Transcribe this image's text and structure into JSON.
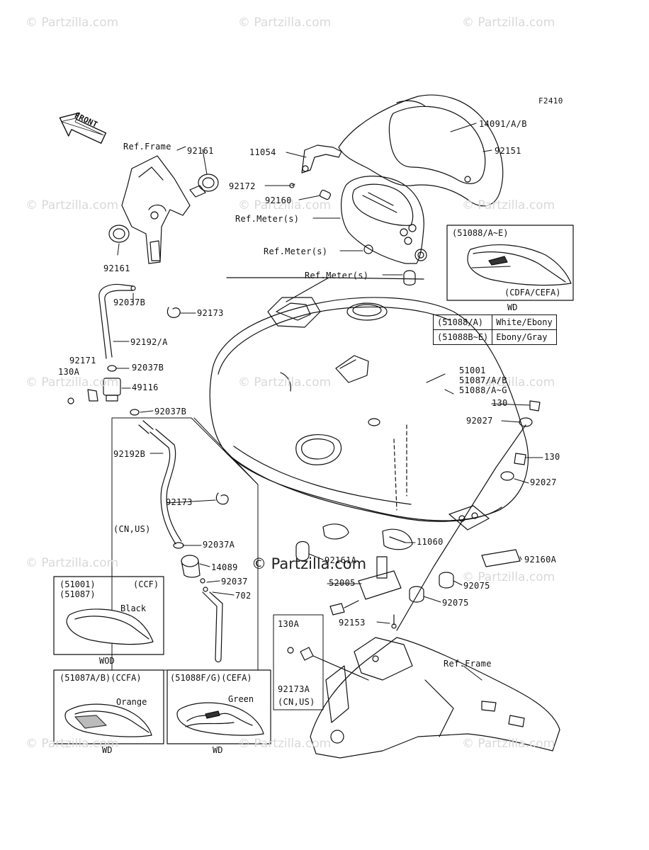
{
  "figure_code": "F2410",
  "watermark": {
    "text": "© Partzilla.com",
    "center_text": "© Partzilla.com"
  },
  "front_arrow_label": "FRONT",
  "parts": {
    "p14091": "14091/A/B",
    "p92151": "92151",
    "p11054": "11054",
    "p92172": "92172",
    "p92160": "92160",
    "ref_meter_1": "Ref.Meter(s)",
    "ref_meter_2": "Ref.Meter(s)",
    "ref_meter_3": "Ref.Meter(s)",
    "ref_frame_top": "Ref.Frame",
    "p92161_top": "92161",
    "p92161_bot": "92161",
    "p92037b_1": "92037B",
    "p92173_1": "92173",
    "p92192a": "92192/A",
    "p92171": "92171",
    "p130a_1": "130A",
    "p92037b_2": "92037B",
    "p49116": "49116",
    "p92037b_3": "92037B",
    "p92192b": "92192B",
    "p92173_2": "92173",
    "cn_us_1": "(CN,US)",
    "p92037a": "92037A",
    "p14089": "14089",
    "p92037": "92037",
    "p702": "702",
    "p51001": "51001",
    "p51087": "51087/A/B",
    "p51088": "51088/A~G",
    "p130_1": "130",
    "p92027_1": "92027",
    "p130_2": "130",
    "p92027_2": "92027",
    "p11060": "11060",
    "p92161a": "92161A",
    "p52005": "52005",
    "p92160a": "92160A",
    "p92075_1": "92075",
    "p92075_2": "92075",
    "p92153": "92153",
    "p130a_2": "130A",
    "p92173a": "92173A",
    "cn_us_2": "(CN,US)",
    "ref_frame_bot": "Ref.Frame"
  },
  "inset_cdfa": {
    "header": "(51088/A~E)",
    "footer": "(CDFA/CEFA)",
    "below": "WD"
  },
  "color_table": [
    {
      "code": "(51088/A)",
      "color": "White/Ebony"
    },
    {
      "code": "(51088B~E)",
      "color": "Ebony/Gray"
    }
  ],
  "inset_ccf": {
    "line1": "(51001)",
    "line1_right": "(CCF)",
    "line2": "(51087)",
    "color_label": "Black",
    "below": "WOD"
  },
  "inset_ccfa": {
    "header": "(51087A/B)(CCFA)",
    "color_label": "Orange",
    "below": "WD"
  },
  "inset_cefa": {
    "header": "(51088F/G)(CEFA)",
    "color_label": "Green",
    "below": "WD"
  }
}
